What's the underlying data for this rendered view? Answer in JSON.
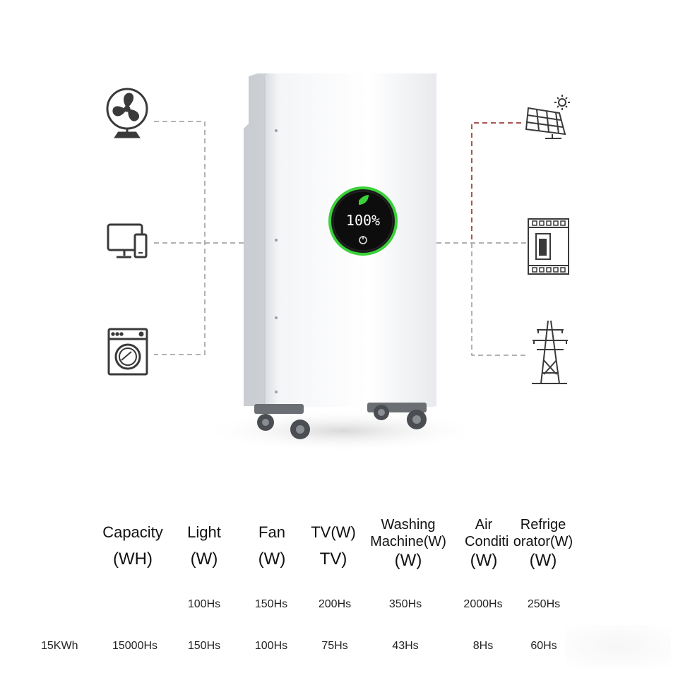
{
  "display": {
    "percent": "100%"
  },
  "icons": {
    "left": [
      "fan-icon",
      "computer-phone-icon",
      "washing-machine-icon"
    ],
    "right": [
      "solar-panel-icon",
      "circuit-breaker-icon",
      "power-tower-icon"
    ],
    "display": [
      "leaf-icon",
      "power-icon"
    ]
  },
  "colors": {
    "display_ring": "#3ad13a",
    "solar_line": "#8b1a1a",
    "line": "#999999"
  },
  "table": {
    "headers": [
      {
        "line1": "Capacity",
        "line2": "",
        "unit": "(WH)"
      },
      {
        "line1": "Light",
        "line2": "",
        "unit": "(W)"
      },
      {
        "line1": "Fan",
        "line2": "",
        "unit": "(W)"
      },
      {
        "line1": "TV(W)",
        "line2": "",
        "unit": "TV)"
      },
      {
        "line1": "Washing",
        "line2": "Machine(W)",
        "unit": "(W)"
      },
      {
        "line1": "Air",
        "line2": "Conditi",
        "unit": "(W)"
      },
      {
        "line1": "Refrige",
        "line2": "orator(W)",
        "unit": "(W)"
      }
    ],
    "power_row": [
      "",
      "100Hs",
      "150Hs",
      "200Hs",
      "350Hs",
      "2000Hs",
      "250Hs"
    ],
    "hours_label": "15KWh",
    "hours_row": [
      "15000Hs",
      "150Hs",
      "100Hs",
      "75Hs",
      "43Hs",
      "8Hs",
      "60Hs"
    ]
  }
}
